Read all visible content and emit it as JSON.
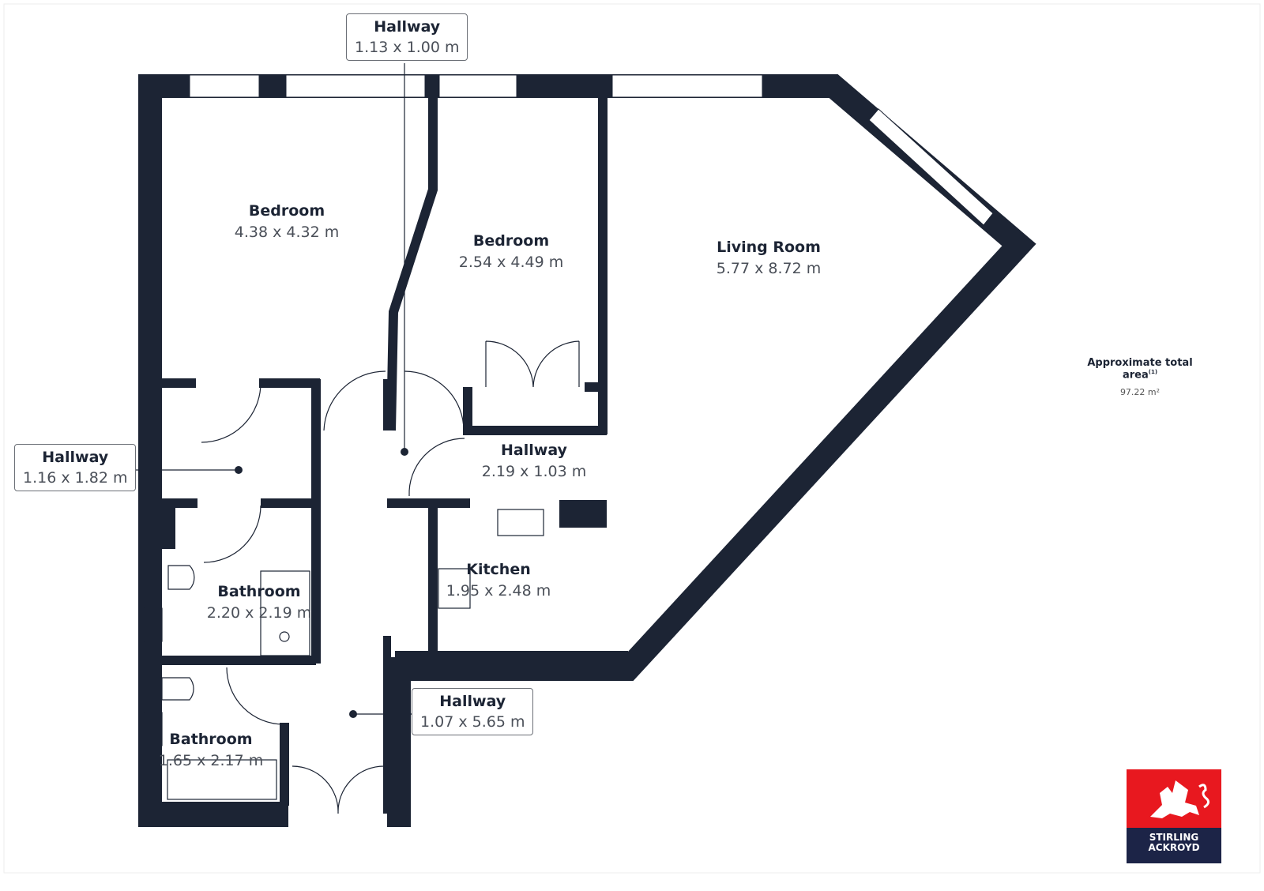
{
  "rooms": {
    "bedroom1": {
      "name": "Bedroom",
      "dims": "4.38 x 4.32 m"
    },
    "bedroom2": {
      "name": "Bedroom",
      "dims": "2.54 x 4.49 m"
    },
    "living": {
      "name": "Living Room",
      "dims": "5.77 x 8.72 m"
    },
    "hallway_center": {
      "name": "Hallway",
      "dims": "2.19 x 1.03 m"
    },
    "kitchen": {
      "name": "Kitchen",
      "dims": "1.95 x 2.48 m"
    },
    "bathroom1": {
      "name": "Bathroom",
      "dims": "2.20 x 2.19 m"
    },
    "bathroom2": {
      "name": "Bathroom",
      "dims": "1.65 x 2.17 m"
    }
  },
  "callouts": {
    "hallway_top": {
      "name": "Hallway",
      "dims": "1.13 x 1.00 m"
    },
    "hallway_left": {
      "name": "Hallway",
      "dims": "1.16 x 1.82 m"
    },
    "hallway_bottom": {
      "name": "Hallway",
      "dims": "1.07 x 5.65 m"
    }
  },
  "area": {
    "label": "Approximate total area",
    "footnote": "(1)",
    "value": "97.22 m²"
  },
  "logo": {
    "line1": "STIRLING",
    "line2": "ACKROYD"
  },
  "colors": {
    "wall": "#1c2434",
    "logo_red": "#e8181f",
    "logo_navy": "#1c2447"
  }
}
